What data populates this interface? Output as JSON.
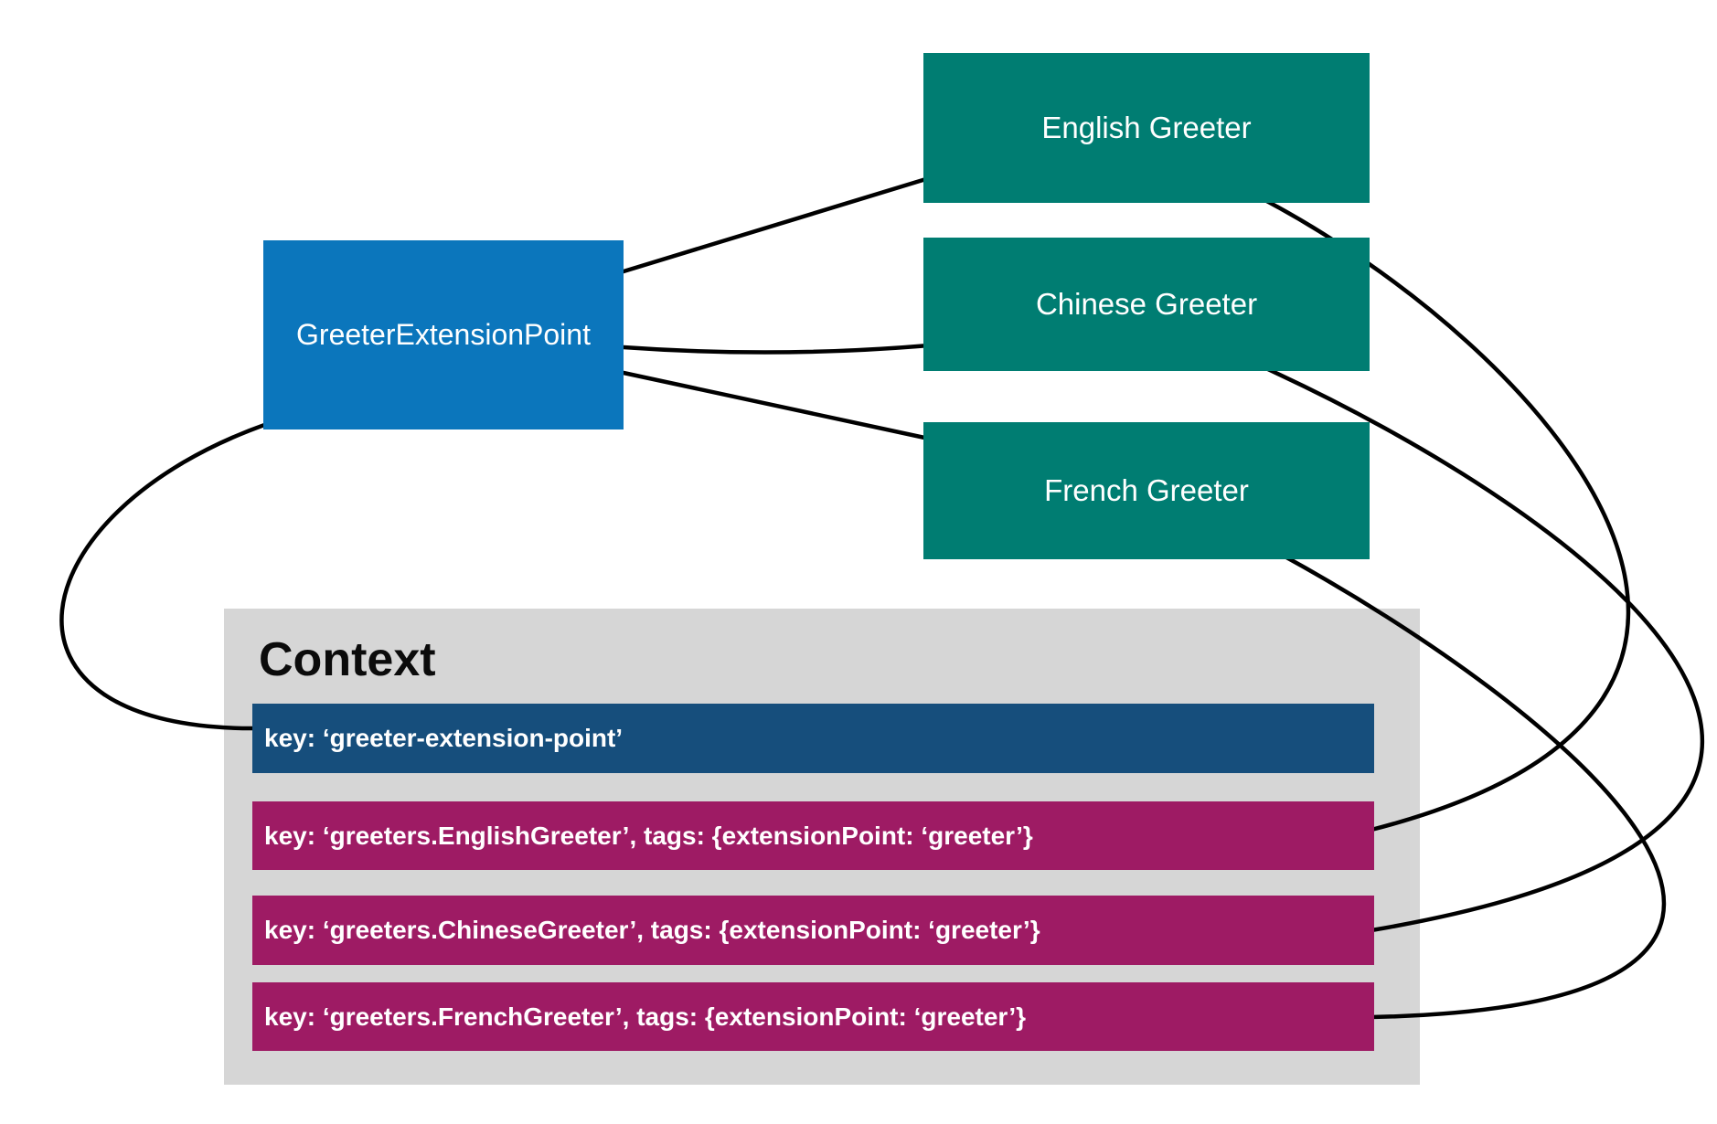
{
  "diagram": {
    "nodes": {
      "extension_point": {
        "label": "GreeterExtensionPoint",
        "color": "#0b76bc"
      },
      "greeters": [
        {
          "id": "english",
          "label": "English Greeter"
        },
        {
          "id": "chinese",
          "label": "Chinese Greeter"
        },
        {
          "id": "french",
          "label": "French Greeter"
        }
      ],
      "greeter_color": "#007d72"
    },
    "context": {
      "title": "Context",
      "bg_color": "#d6d6d6",
      "entries": [
        {
          "id": "extension-point-key",
          "text": "key: ‘greeter-extension-point’",
          "color": "#164e7c"
        },
        {
          "id": "english-greeter-key",
          "text": "key: ‘greeters.EnglishGreeter’, tags: {extensionPoint: ‘greeter’}",
          "color": "#9e1b64"
        },
        {
          "id": "chinese-greeter-key",
          "text": "key: ‘greeters.ChineseGreeter’, tags: {extensionPoint: ‘greeter’}",
          "color": "#9e1b64"
        },
        {
          "id": "french-greeter-key",
          "text": "key: ‘greeters.FrenchGreeter’, tags: {extensionPoint: ‘greeter’}",
          "color": "#9e1b64"
        }
      ]
    },
    "line_color": "#000000"
  }
}
